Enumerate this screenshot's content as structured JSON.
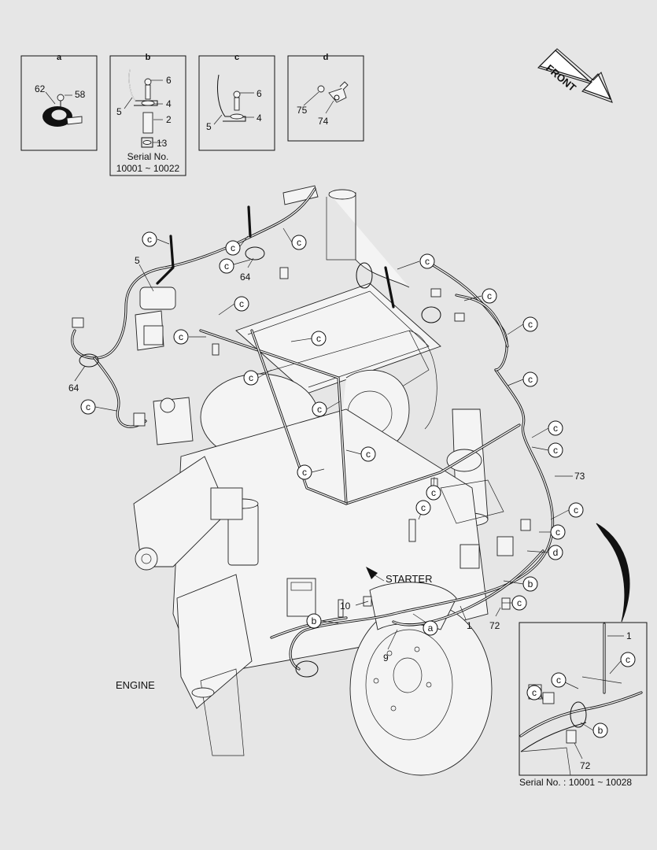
{
  "diagram": {
    "detail_boxes": [
      {
        "id": "detail-a",
        "letter": "a",
        "parts": [
          "62",
          "58"
        ]
      },
      {
        "id": "detail-b",
        "letter": "b",
        "parts": [
          "6",
          "5",
          "4",
          "2",
          "13"
        ],
        "serial_label": "Serial No.",
        "serial_range": "10001 ~ 10022"
      },
      {
        "id": "detail-c",
        "letter": "c",
        "parts": [
          "6",
          "5",
          "4"
        ]
      },
      {
        "id": "detail-d",
        "letter": "d",
        "parts": [
          "75",
          "74"
        ]
      }
    ],
    "front_arrow_label": "FRONT",
    "engine_label": "ENGINE",
    "starter_label": "STARTER",
    "part_numbers": {
      "p5": "5",
      "p64a": "64",
      "p64b": "64",
      "p73": "73",
      "p1": "1",
      "p72": "72",
      "p9": "9",
      "p10": "10"
    },
    "clip_letter_c": "c",
    "clip_letter_b": "b",
    "clip_letter_a": "a",
    "clip_letter_d": "d",
    "inset": {
      "part_1": "1",
      "part_72": "72",
      "serial_caption": "Serial No. : 10001 ~ 10028"
    }
  }
}
